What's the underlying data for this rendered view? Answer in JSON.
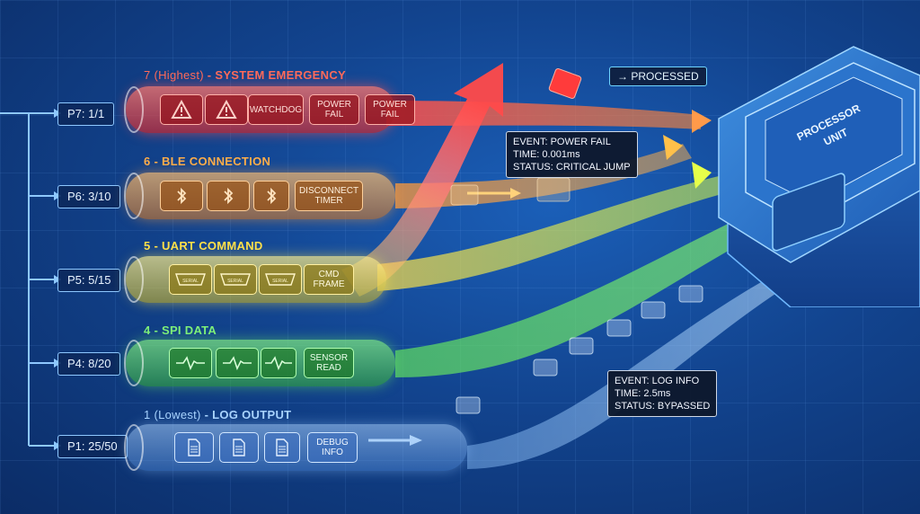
{
  "processor": {
    "label_line1": "PROCESSOR",
    "label_line2": "UNIT"
  },
  "processed_badge": "→ PROCESSED",
  "queues": [
    {
      "id": "p7",
      "counter": "P7: 1/1",
      "level": "7 (Highest)",
      "name": "SYSTEM EMERGENCY",
      "color": "#ff5a4a",
      "tiles": [
        {
          "icon": "warning-icon"
        },
        {
          "icon": "warning-icon"
        },
        {
          "text": "WATCHDOG"
        },
        {
          "text": "POWER FAIL"
        },
        {
          "text": "POWER FAIL"
        }
      ]
    },
    {
      "id": "p6",
      "counter": "P6: 3/10",
      "level": "6",
      "name": "BLE CONNECTION",
      "color": "#ffa640",
      "tiles": [
        {
          "icon": "bluetooth-icon"
        },
        {
          "icon": "bluetooth-icon"
        },
        {
          "icon": "bluetooth-icon"
        },
        {
          "text": "DISCONNECT TIMER"
        }
      ]
    },
    {
      "id": "p5",
      "counter": "P5: 5/15",
      "level": "5",
      "name": "UART COMMAND",
      "color": "#ffe04a",
      "serial_label": "SERIAL",
      "tiles": [
        {
          "icon": "serial-icon"
        },
        {
          "icon": "serial-icon"
        },
        {
          "icon": "serial-icon"
        },
        {
          "text": "CMD FRAME"
        }
      ]
    },
    {
      "id": "p4",
      "counter": "P4: 8/20",
      "level": "4",
      "name": "SPI DATA",
      "color": "#6ee66a",
      "tiles": [
        {
          "icon": "waveform-icon"
        },
        {
          "icon": "waveform-icon"
        },
        {
          "icon": "waveform-icon"
        },
        {
          "text": "SENSOR READ"
        }
      ]
    },
    {
      "id": "p1",
      "counter": "P1: 25/50",
      "level": "1 (Lowest)",
      "name": "LOG OUTPUT",
      "color": "#8fc4ff",
      "tiles": [
        {
          "icon": "document-icon"
        },
        {
          "icon": "document-icon"
        },
        {
          "icon": "document-icon"
        },
        {
          "text": "DEBUG INFO"
        }
      ]
    }
  ],
  "tooltips": {
    "power_fail": {
      "event_key": "EVENT:",
      "event": "POWER FAIL",
      "time_key": "TIME:",
      "time": "0.001ms",
      "status_key": "STATUS:",
      "status": "CRITICAL JUMP"
    },
    "log_info": {
      "event_key": "EVENT:",
      "event": "LOG INFO",
      "time_key": "TIME:",
      "time": "2.5ms",
      "status_key": "STATUS:",
      "status": "BYPASSED"
    }
  },
  "colors": {
    "red": "#ff5a4a",
    "orange": "#ffa640",
    "yellow": "#ffe04a",
    "green": "#6ee66a",
    "blue": "#8fc4ff",
    "background": "#12448f"
  }
}
